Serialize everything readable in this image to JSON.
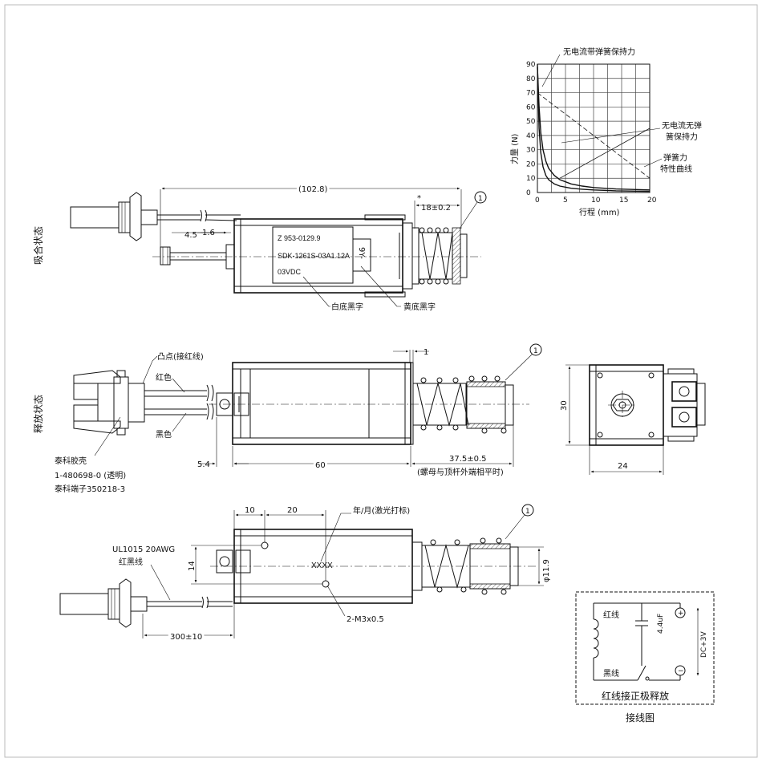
{
  "states": {
    "closed": "吸合状态",
    "released": "释放状态"
  },
  "top_view": {
    "overall_length": "(102.8)",
    "stroke": "18±0.2",
    "stroke_mark": "*",
    "dim_45": "4.5",
    "dim_16": "1.6",
    "label_line1": "Z  953-0129.9",
    "label_line2": "SDK-1261S-03A1.12A",
    "label_line3": "03VDC",
    "label_side": "9Y-",
    "callout_white": "白底黑字",
    "callout_yellow": "黄底黑字",
    "balloon": "1"
  },
  "middle_view": {
    "bump_label": "凸点(接红线)",
    "red_wire": "红色",
    "black_wire": "黑色",
    "housing_label1": "泰科胶壳",
    "housing_label2": "1-480698-0 (透明)",
    "housing_label3": "泰科端子350218-3",
    "dim_1": "1",
    "dim_54": "5.4",
    "dim_60": "60",
    "dim_375": "37.5±0.5",
    "dim_375_note": "(螺母与顶杆外端相平时)",
    "balloon": "1"
  },
  "end_view": {
    "dim_30": "30",
    "dim_24": "24"
  },
  "bottom_view": {
    "dim_10": "10",
    "dim_20": "20",
    "dim_14": "14",
    "wire_spec1": "UL1015  20AWG",
    "wire_spec2": "红黑线",
    "laser_mark": "年/月(激光打标)",
    "xxxx": "XXXX",
    "thread": "2-M3x0.5",
    "wire_length": "300±10",
    "diameter": "φ11.9",
    "balloon": "1"
  },
  "force_chart": {
    "chart_data": {
      "type": "line",
      "xlabel": "行程 (mm)",
      "ylabel": "力量 (N)",
      "x_ticks": [
        "0",
        "5",
        "10",
        "15",
        "20"
      ],
      "y_ticks": [
        "0",
        "10",
        "20",
        "30",
        "40",
        "50",
        "60",
        "70",
        "80",
        "90"
      ],
      "xlim": [
        0,
        20
      ],
      "ylim": [
        0,
        90
      ],
      "series": [
        {
          "name": "无电流带弹簧保持力",
          "x": [
            0,
            0.3,
            0.6,
            1,
            1.5,
            2,
            3,
            4,
            6,
            8,
            10,
            14,
            20
          ],
          "y": [
            88,
            60,
            42,
            30,
            22,
            17,
            12,
            9,
            6,
            4.5,
            3.5,
            2.5,
            1.8
          ]
        },
        {
          "name": "无电流无弹簧保持力",
          "x": [
            0,
            0.3,
            0.6,
            1,
            1.5,
            2,
            3,
            4,
            6,
            8,
            10,
            14,
            20
          ],
          "y": [
            90,
            45,
            28,
            18,
            12,
            9,
            6,
            4.5,
            3,
            2.3,
            1.8,
            1.2,
            0.8
          ]
        },
        {
          "name": "弹簧力特性曲线",
          "x": [
            0,
            20
          ],
          "y": [
            70,
            10
          ]
        },
        {
          "name": "",
          "x": [
            4,
            20
          ],
          "y": [
            10,
            45
          ]
        }
      ]
    },
    "annot1": "无电流带弹簧保持力",
    "annot2a": "无电流无弹",
    "annot2b": "簧保持力",
    "annot3a": "弹簧力",
    "annot3b": "特性曲线"
  },
  "wiring": {
    "red": "红线",
    "black": "黑线",
    "cap": "4.4uF",
    "plus": "+",
    "minus": "−",
    "voltage": "DC+3V",
    "note": "红线接正极释放",
    "title": "接线图"
  }
}
